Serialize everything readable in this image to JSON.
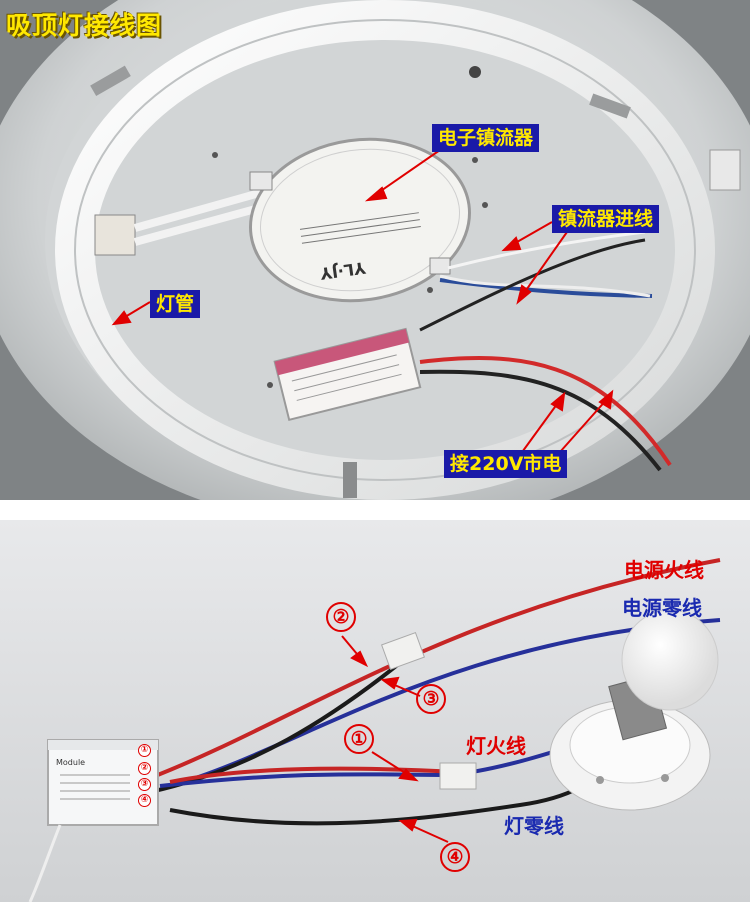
{
  "top_panel": {
    "title": "吸顶灯接线图",
    "label_ballast": "电子镇流器",
    "label_ballast_input": "镇流器进线",
    "label_tube": "灯管",
    "label_mains": "接220V市电",
    "ballast_brand": "YL·JY"
  },
  "bottom_panel": {
    "label_power_live": "电源火线",
    "label_power_neutral": "电源零线",
    "label_lamp_live": "灯火线",
    "label_lamp_neutral": "灯零线",
    "marker_1": "①",
    "marker_2": "②",
    "marker_3": "③",
    "marker_4": "④",
    "module_label": "Module",
    "module_numbers": [
      "①",
      "②",
      "③",
      "④"
    ]
  },
  "colors": {
    "label_bg": "#1a1aa8",
    "label_fg": "#ffe800",
    "accent_red": "#e00000",
    "accent_blue": "#1a2ab0"
  }
}
